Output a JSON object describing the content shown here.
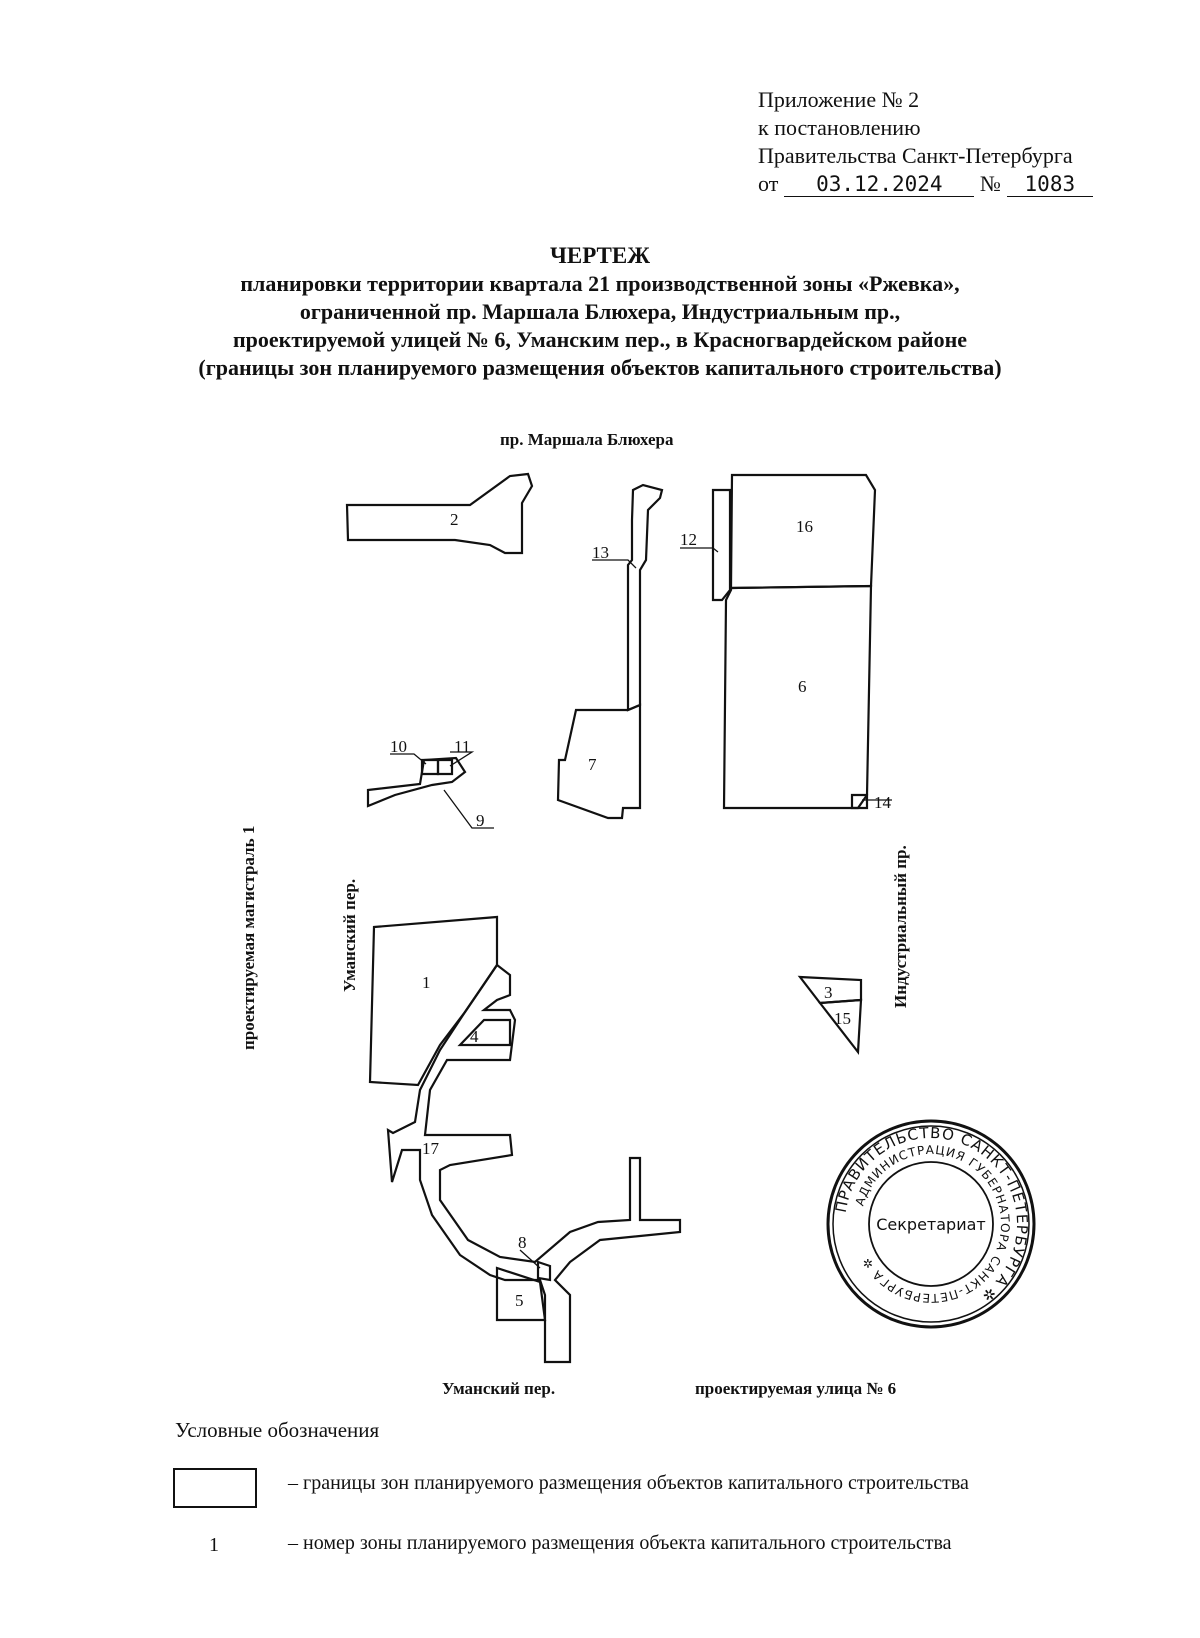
{
  "annex": {
    "line1": "Приложение № 2",
    "line2": "к постановлению",
    "line3": "Правительства Санкт-Петербурга",
    "from_label": "от",
    "date": "03.12.2024",
    "number_label": "№",
    "number": "1083"
  },
  "heading": {
    "title": "ЧЕРТЕЖ",
    "line1": "планировки территории квартала 21 производственной зоны «Ржевка»,",
    "line2": "ограниченной пр. Маршала Блюхера, Индустриальным пр.,",
    "line3": "проектируемой улицей № 6, Уманским пер., в Красногвардейском районе",
    "line4": "(границы зон планируемого размещения объектов капитального строительства)"
  },
  "streets": {
    "top": "пр. Маршала Блюхера",
    "far_left": "проектируемая магистраль 1",
    "left": "Уманский пер.",
    "right": "Индустриальный пр.",
    "bottom_left": "Уманский пер.",
    "bottom_right": "проектируемая улица № 6"
  },
  "zones": [
    "1",
    "2",
    "3",
    "4",
    "5",
    "6",
    "7",
    "8",
    "9",
    "10",
    "11",
    "12",
    "13",
    "14",
    "15",
    "16",
    "17"
  ],
  "seal": {
    "outer_text": "ПРАВИТЕЛЬСТВО САНКТ-ПЕТЕРБУРГА ✲",
    "inner_text": "АДМИНИСТРАЦИЯ ГУБЕРНАТОРА САНКТ-ПЕТЕРБУРГА ✲",
    "center": "Секретариат"
  },
  "legend": {
    "title": "Условные обозначения",
    "boundary": "– границы зон планируемого размещения объектов капитального строительства",
    "number_sample": "1",
    "number_desc": "– номер зоны планируемого размещения объекта капитального строительства"
  }
}
